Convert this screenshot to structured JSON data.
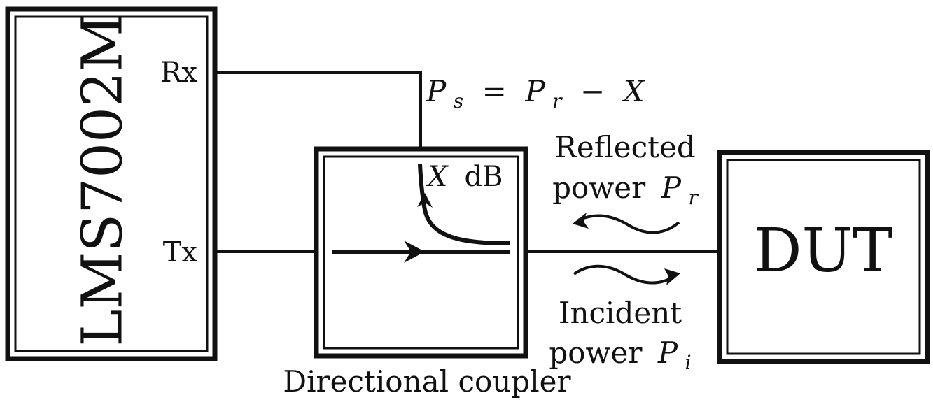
{
  "transceiver": {
    "name": "LMS7002M",
    "rx_port": "Rx",
    "tx_port": "Tx"
  },
  "coupler": {
    "caption": "Directional coupler",
    "coupling_symbol": "X",
    "coupling_unit": "dB"
  },
  "dut": {
    "name": "DUT"
  },
  "sampled_power": {
    "symbol": "P",
    "subscript": "s",
    "equals": "=",
    "rhs_symbol": "P",
    "rhs_subscript": "r",
    "minus": "−",
    "rhs_offset": "X"
  },
  "reflected": {
    "line1": "Reflected",
    "line2_word": "power",
    "symbol": "P",
    "subscript": "r"
  },
  "incident": {
    "line1": "Incident",
    "line2_word": "power",
    "symbol": "P",
    "subscript": "i"
  },
  "colors": {
    "stroke": "#111111",
    "background": "#ffffff"
  }
}
